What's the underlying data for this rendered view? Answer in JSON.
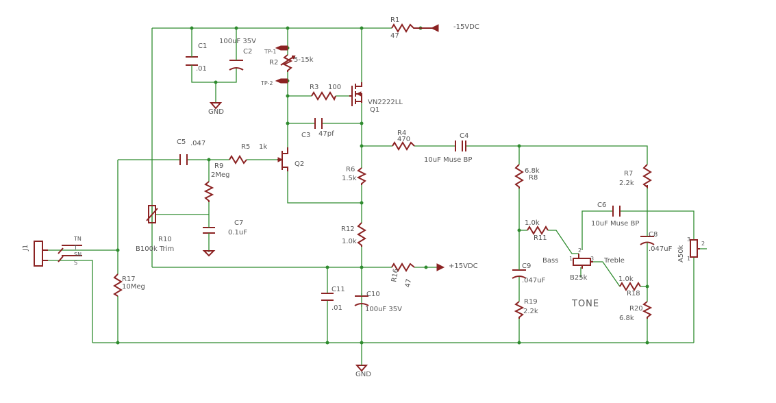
{
  "labels": {
    "r1_name": "R1",
    "r1_val": "47",
    "neg_rail": "-15VDC",
    "c1_name": "C1",
    "c1_val": ".01",
    "c2_name": "C2",
    "c2_val": "100uF 35V",
    "gnd_top": "GND",
    "tp1": "TP-1",
    "tp2": "TP-2",
    "r2_name": "R2",
    "r2_val": "5-15k",
    "r3_name": "R3",
    "r3_val": "100",
    "q1_type": "VN2222LL",
    "q1_name": "Q1",
    "c3_name": "C3",
    "c3_val": "47pf",
    "r4_name": "R4",
    "r4_val": "470",
    "c4_name": "C4",
    "c4_val": "10uF Muse BP",
    "c5_name": "C5",
    "c5_val": ".047",
    "r5_name": "R5",
    "r5_val": "1k",
    "q2_name": "Q2",
    "r9_name": "R9",
    "r9_val": "2Meg",
    "r6_name": "R6",
    "r6_val": "1.5k",
    "r8_val": "6.8k",
    "r8_name": "R8",
    "r7_name": "R7",
    "r7_val": "2.2k",
    "c6_name": "C6",
    "c6_val": "10uF Muse BP",
    "c7_name": "C7",
    "c7_val": "0.1uF",
    "r10_name": "R10",
    "r10_val": "B100k Trim",
    "r12_name": "R12",
    "r12_val": "1.0k",
    "r11_val": "1.0k",
    "r11_name": "R11",
    "c8_name": "C8",
    "c8_val": ".047uF",
    "a50k": "A50k",
    "j1": "J1",
    "pin_tn": "TN",
    "pin_t": "T",
    "pin_sn": "SN",
    "pin_s": "S",
    "pos_rail": "+15VDC",
    "r16_name": "R16",
    "r16_val": "47",
    "bass": "Bass",
    "treble": "Treble",
    "b25k": "B25k",
    "c9_name": "C9",
    "c9_val": ".047uF",
    "r18_val": "1.0k",
    "r18_name": "R18",
    "r17_name": "R17",
    "r17_val": "10Meg",
    "c11_name": "C11",
    "c11_val": ".01",
    "c10_name": "C10",
    "c10_val": "100uF 35V",
    "tone": "TONE",
    "r19_name": "R19",
    "r19_val": "2.2k",
    "r20_name": "R20",
    "r20_val": "6.8k",
    "gnd_bottom": "GND",
    "pin_1": "1",
    "pin_2": "2",
    "pin_3": "3"
  }
}
